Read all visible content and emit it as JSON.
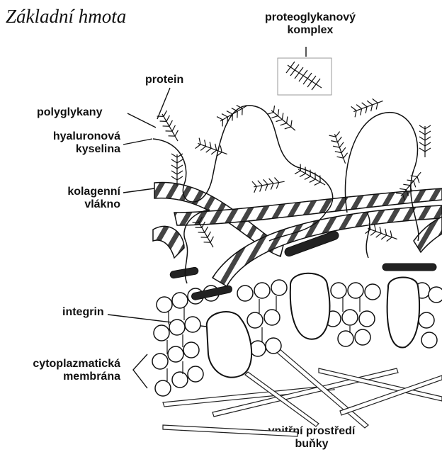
{
  "title": "Základní hmota",
  "labels": {
    "proteoglycan_1": "proteoglykanový",
    "proteoglycan_2": "komplex",
    "protein": "protein",
    "polyglycans": "polyglykany",
    "hyaluronic_1": "hyaluronová",
    "hyaluronic_2": "kyselina",
    "collagen_1": "kolagenní",
    "collagen_2": "vlákno",
    "integrin": "integrin",
    "membrane_1": "cytoplazmatická",
    "membrane_2": "membrána",
    "inner_1": "vnitřní prostředí",
    "inner_2": "buňky"
  }
}
